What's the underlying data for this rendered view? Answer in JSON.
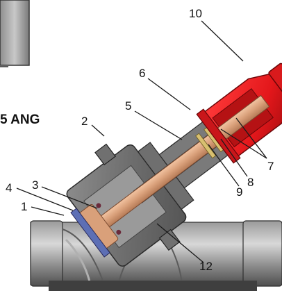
{
  "partial_caption": "5 ANG",
  "callouts": {
    "c1": "1",
    "c2": "2",
    "c3": "3",
    "c4": "4",
    "c5": "5",
    "c6": "6",
    "c7": "7",
    "c8": "8",
    "c9": "9",
    "c10": "10",
    "c12": "12"
  },
  "colors": {
    "handwheel": "#e3171b",
    "stem": "#d9a07a",
    "body": "#7d7d7d",
    "body_dark": "#4a4a4a",
    "leader": "#1a1a1a"
  },
  "components": [
    "valve-body",
    "bonnet",
    "stem",
    "handwheel",
    "disc",
    "seal-rings",
    "bolts"
  ]
}
